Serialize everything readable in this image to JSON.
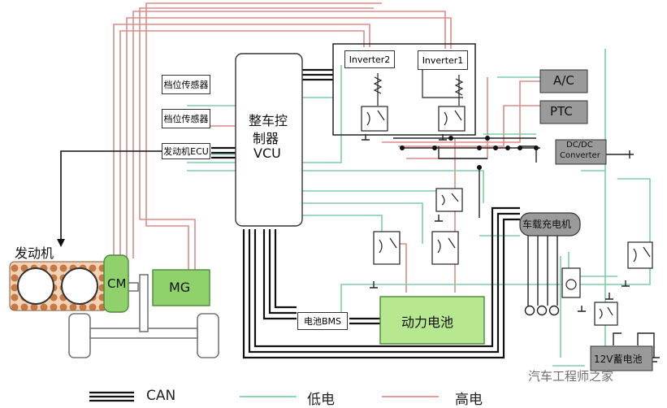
{
  "components": {
    "gear_sensor_1": "档位传感器",
    "gear_sensor_2": "档位传感器",
    "engine_ecu": "发动机ECU",
    "vcu_line1": "整车控",
    "vcu_line2": "制器",
    "vcu_line3": "VCU",
    "inverter2": "Inverter2",
    "inverter1": "Inverter1",
    "ac": "A/C",
    "ptc": "PTC",
    "dcdc_line1": "DC/DC",
    "dcdc_line2": "Converter",
    "onboard_charger": "车载充电机",
    "engine": "发动机",
    "cm": "CM",
    "mg": "MG",
    "bms": "电池BMS",
    "power_battery": "动力电池",
    "battery_12v": "12V蓄电池"
  },
  "legend": {
    "can": "CAN",
    "low_voltage": "低电",
    "high_voltage": "高电"
  },
  "watermark": "汽车工程师之家",
  "colors": {
    "high_voltage": "#e08a8a",
    "low_voltage": "#7ecfa8",
    "can": "#111111",
    "mg_fill": "#8fd16a",
    "battery_fill": "#b7e88f",
    "gray_box": "#9a9a9a",
    "engine_pattern": "#c8885a"
  }
}
